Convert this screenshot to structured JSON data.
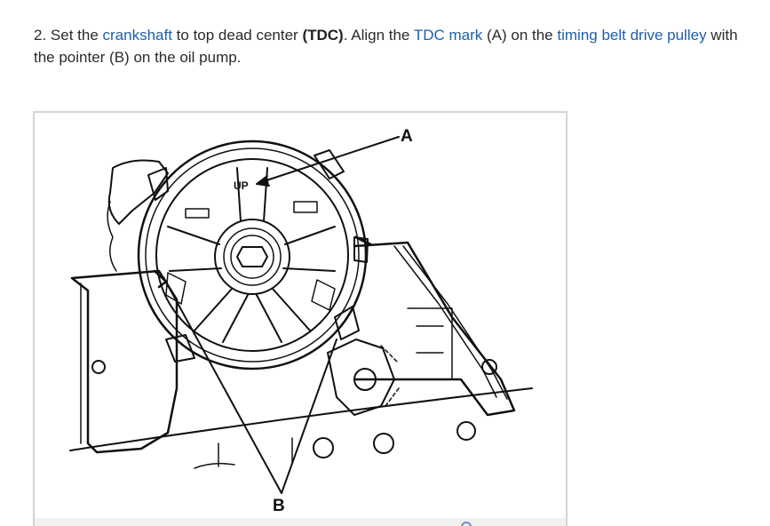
{
  "instruction": {
    "step_number": "2.",
    "part1": " Set the ",
    "link_crankshaft": "crankshaft",
    "part2": " to top dead center ",
    "bold_tdc": "(TDC)",
    "part3": ". Align the ",
    "link_tdc_mark": "TDC mark",
    "part4": " (A) on the ",
    "link_pulley": "timing belt drive pulley",
    "part5": " with the pointer (B) on the oil pump."
  },
  "figure": {
    "callout_a": "A",
    "callout_b": "B",
    "up_mark": "UP"
  },
  "colors": {
    "link": "#1f5fa8",
    "text": "#2a2a2a",
    "frame_border": "#d4d4d4"
  }
}
